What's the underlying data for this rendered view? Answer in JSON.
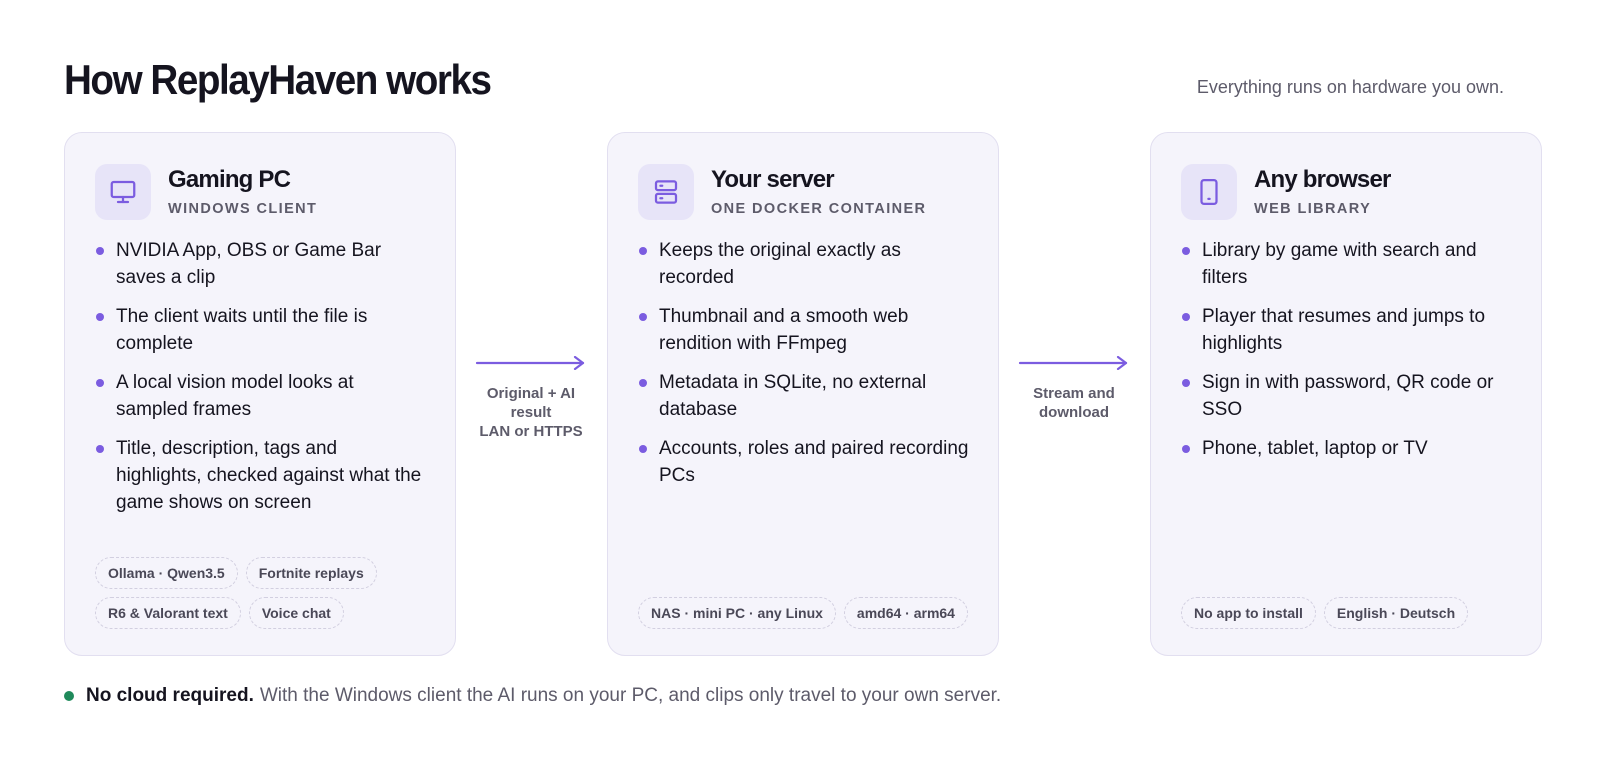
{
  "header": {
    "title": "How ReplayHaven works",
    "tagline": "Everything runs on hardware you own."
  },
  "cards": [
    {
      "icon": "monitor-icon",
      "title": "Gaming PC",
      "subtitle": "WINDOWS CLIENT",
      "bullets": [
        "NVIDIA App, OBS or Game Bar saves a clip",
        "The client waits until the file is complete",
        "A local vision model looks at sampled frames",
        "Title, description, tags and highlights, checked against what the game shows on screen"
      ],
      "chips": [
        "Ollama · Qwen3.5",
        "Fortnite replays",
        "R6 & Valorant text",
        "Voice chat"
      ]
    },
    {
      "icon": "server-icon",
      "title": "Your server",
      "subtitle": "ONE DOCKER CONTAINER",
      "bullets": [
        "Keeps the original exactly as recorded",
        "Thumbnail and a smooth web rendition with FFmpeg",
        "Metadata in SQLite, no external database",
        "Accounts, roles and paired recording PCs"
      ],
      "chips": [
        "NAS · mini PC · any Linux",
        "amd64 · arm64"
      ]
    },
    {
      "icon": "tablet-icon",
      "title": "Any browser",
      "subtitle": "WEB LIBRARY",
      "bullets": [
        "Library by game with search and filters",
        "Player that resumes and jumps to highlights",
        "Sign in with password, QR code or SSO",
        "Phone, tablet, laptop or TV"
      ],
      "chips": [
        "No app to install",
        "English · Deutsch"
      ]
    }
  ],
  "connectors": [
    {
      "icon": "arrow-right-icon",
      "line1": "Original + AI result",
      "line2": "LAN or HTTPS"
    },
    {
      "icon": "arrow-right-icon",
      "line1": "Stream and",
      "line2": "download"
    }
  ],
  "footer": {
    "strong": "No cloud required.",
    "text": "With the Windows client the AI runs on your PC, and clips only travel to your own server."
  },
  "colors": {
    "accent": "#7b5ce0",
    "status_green": "#1f8a5b",
    "card_bg": "#f5f4fb"
  }
}
